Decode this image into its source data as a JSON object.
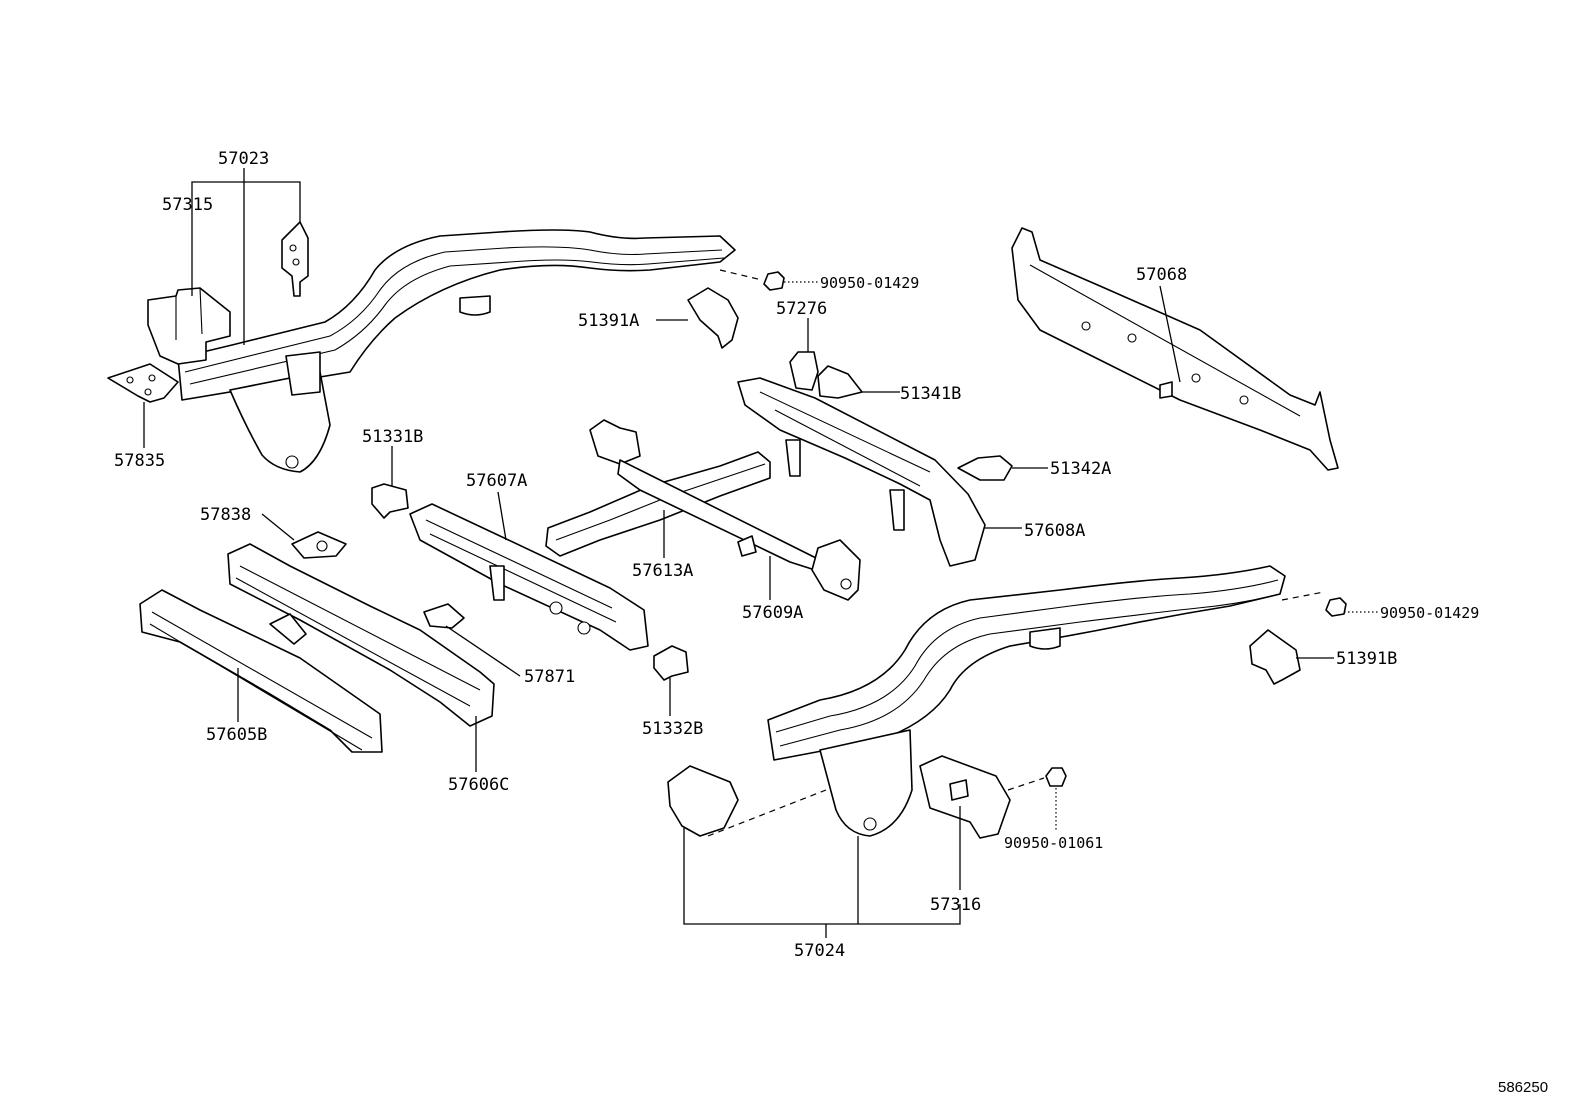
{
  "labels": {
    "p57023": "57023",
    "p57315": "57315",
    "p57835": "57835",
    "p51391A": "51391A",
    "p90950_01429_top": "90950-01429",
    "p57276": "57276",
    "p57068": "57068",
    "p51341B": "51341B",
    "p51331B": "51331B",
    "p57607A": "57607A",
    "p51342A": "51342A",
    "p57838": "57838",
    "p57608A": "57608A",
    "p57613A": "57613A",
    "p57609A": "57609A",
    "p90950_01429_right": "90950-01429",
    "p51391B": "51391B",
    "p57871": "57871",
    "p51332B": "51332B",
    "p57605B": "57605B",
    "p57606C": "57606C",
    "p90950_01061": "90950-01061",
    "p57316": "57316",
    "p57024": "57024"
  },
  "diagram_ref": "586250"
}
